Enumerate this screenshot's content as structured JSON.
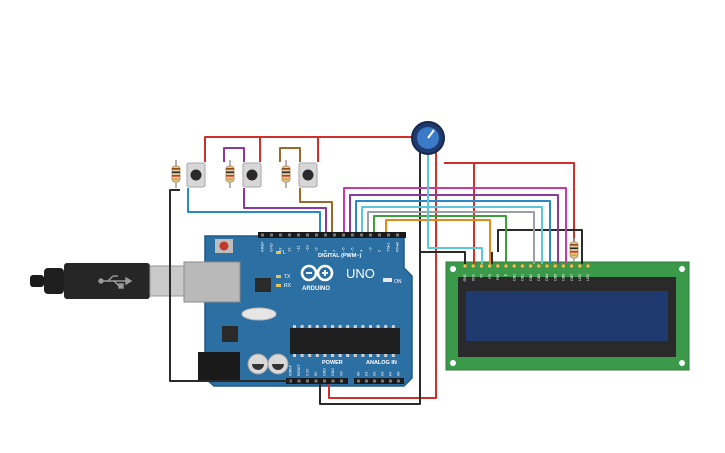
{
  "board": {
    "brand": "ARDUINO",
    "model": "UNO",
    "digital_label": "DIGITAL (PWM~)",
    "power_label": "POWER",
    "analog_label": "ANALOG IN",
    "on_label": "ON",
    "tx_label": "TX",
    "rx_label": "RX",
    "l_label": "L",
    "header_top_labels": [
      "AREF",
      "GND",
      "13",
      "12",
      "~11",
      "~10",
      "~9",
      "8",
      "7",
      "~6",
      "~5",
      "4",
      "~3",
      "2",
      "TX▸1",
      "RX◂0"
    ],
    "power_pin_labels": [
      "IOREF",
      "RESET",
      "3.3V",
      "5V",
      "GND",
      "GND",
      "Vin"
    ],
    "analog_pin_labels": [
      "A0",
      "A1",
      "A2",
      "A3",
      "A4",
      "A5"
    ]
  },
  "lcd": {
    "pin_labels": [
      "GND",
      "VCC",
      "V0",
      "RS",
      "RW",
      "E",
      "DB0",
      "DB1",
      "DB2",
      "DB3",
      "DB4",
      "DB5",
      "DB6",
      "DB7",
      "LED",
      "LED"
    ]
  },
  "components": {
    "buttons": 3,
    "resistors": 4,
    "potentiometer": 1
  },
  "colors": {
    "board": "#2c6fa3",
    "board_dark": "#1f5a87",
    "lcd_pcb": "#3a9a4a",
    "lcd_screen": "#1f3a6e",
    "wire_red": "#d0302a",
    "wire_black": "#2a2a2a",
    "wire_blue": "#2a8ac8",
    "wire_purple": "#8a3a9a",
    "wire_brown": "#9a6a2a",
    "wire_green": "#3aa03a",
    "wire_orange": "#e08a1a",
    "wire_cyan": "#5ac8d8",
    "wire_gray": "#9aa0a6",
    "wire_magenta": "#c83aa8"
  }
}
